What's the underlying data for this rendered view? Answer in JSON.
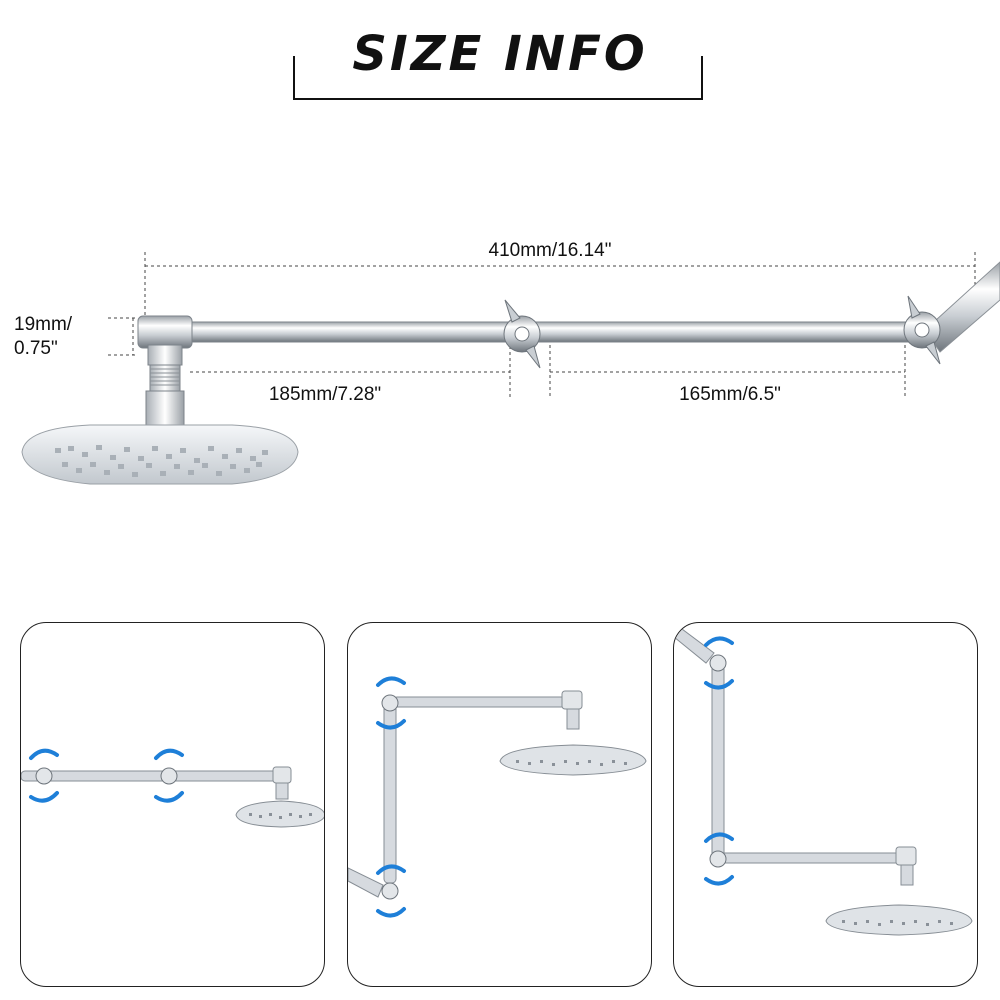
{
  "header": {
    "title": "SIZE INFO"
  },
  "dimensions": {
    "total_length": "410mm/16.14\"",
    "first_segment": "185mm/7.28\"",
    "second_segment": "165mm/6.5\"",
    "diameter_line1": "19mm/",
    "diameter_line2": "0.75\""
  },
  "colors": {
    "chrome": "#d4d8dc",
    "arrow_blue": "#1e7fd8",
    "line": "#222222"
  }
}
